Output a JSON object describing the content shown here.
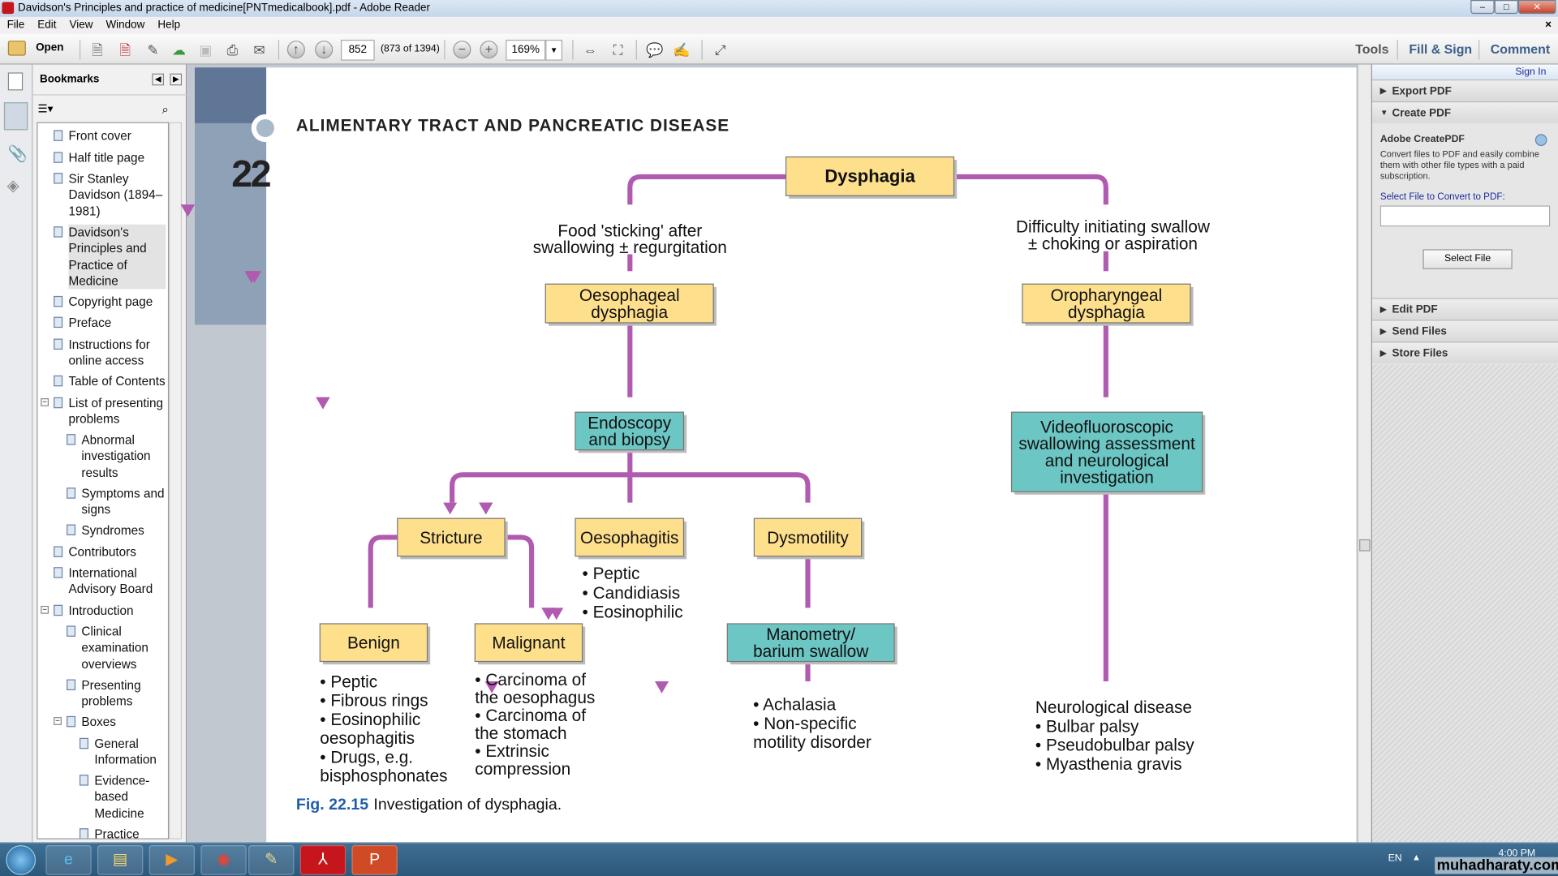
{
  "window": {
    "title": "Davidson's Principles and practice of medicine[PNTmedicalbook].pdf - Adobe Reader",
    "min": "–",
    "max": "□",
    "close": "✕",
    "close_doc": "×"
  },
  "menu": [
    "File",
    "Edit",
    "View",
    "Window",
    "Help"
  ],
  "toolbar": {
    "open": "Open",
    "page_number": "852",
    "page_count": "(873 of 1394)",
    "zoom": "169%",
    "tools": "Tools",
    "fill_sign": "Fill & Sign",
    "comment": "Comment"
  },
  "bookmarks": {
    "title": "Bookmarks",
    "items": [
      {
        "label": "Front cover",
        "level": 0
      },
      {
        "label": "Half title page",
        "level": 0
      },
      {
        "label": "Sir Stanley Davidson (1894–1981)",
        "level": 0
      },
      {
        "label": "Davidson's Principles and Practice of Medicine",
        "level": 0,
        "selected": true
      },
      {
        "label": "Copyright page",
        "level": 0
      },
      {
        "label": "Preface",
        "level": 0
      },
      {
        "label": "Instructions for online access",
        "level": 0
      },
      {
        "label": "Table of Contents",
        "level": 0
      },
      {
        "label": "List of presenting problems",
        "level": 0,
        "expanded": true
      },
      {
        "label": "Abnormal investigation results",
        "level": 1
      },
      {
        "label": "Symptoms and signs",
        "level": 1
      },
      {
        "label": "Syndromes",
        "level": 1
      },
      {
        "label": "Contributors",
        "level": 0
      },
      {
        "label": "International Advisory Board",
        "level": 0
      },
      {
        "label": "Introduction",
        "level": 0,
        "expanded": true
      },
      {
        "label": "Clinical examination overviews",
        "level": 1
      },
      {
        "label": "Presenting problems",
        "level": 1
      },
      {
        "label": "Boxes",
        "level": 1,
        "expanded": true
      },
      {
        "label": "General Information",
        "level": 2
      },
      {
        "label": "Evidence-based Medicine",
        "level": 2
      },
      {
        "label": "Practice",
        "level": 2
      }
    ]
  },
  "document": {
    "chapter_header": "ALIMENTARY TRACT AND PANCREATIC DISEASE",
    "chapter_number": "22",
    "figure": {
      "label": "Fig. 22.15",
      "caption": "Investigation of dysphagia."
    },
    "diagram": {
      "root": "Dysphagia",
      "left_desc": [
        "Food 'sticking' after",
        "swallowing ± regurgitation"
      ],
      "right_desc": [
        "Difficulty initiating swallow",
        "± choking or aspiration"
      ],
      "oesophageal": [
        "Oesophageal",
        "dysphagia"
      ],
      "oropharyngeal": [
        "Oropharyngeal",
        "dysphagia"
      ],
      "endoscopy": [
        "Endoscopy",
        "and biopsy"
      ],
      "video": [
        "Videofluoroscopic",
        "swallowing assessment",
        "and neurological",
        "investigation"
      ],
      "stricture": "Stricture",
      "oesophagitis": "Oesophagitis",
      "dysmotility": "Dysmotility",
      "benign": "Benign",
      "malignant": "Malignant",
      "manometry": [
        "Manometry/",
        "barium swallow"
      ],
      "benign_list": [
        "• Peptic",
        "• Fibrous rings",
        "• Eosinophilic",
        "  oesophagitis",
        "• Drugs, e.g.",
        "  bisphosphonates"
      ],
      "malignant_list": [
        "• Carcinoma of",
        "  the oesophagus",
        "• Carcinoma of",
        "  the stomach",
        "• Extrinsic",
        "  compression"
      ],
      "oesophagitis_list": [
        "• Peptic",
        "• Candidiasis",
        "• Eosinophilic"
      ],
      "dysmotility_list": [
        "• Achalasia",
        "• Non-specific",
        "  motility disorder"
      ],
      "neuro_list": [
        "Neurological disease",
        "• Bulbar palsy",
        "• Pseudobulbar palsy",
        "• Myasthenia gravis"
      ]
    },
    "colors": {
      "yellow_box": "#fddf8c",
      "teal_box": "#6cc6c4",
      "arrow": "#b05ab0",
      "fig_label": "#1f5fa8"
    }
  },
  "right_panel": {
    "sign_in": "Sign In",
    "export": "Export PDF",
    "create": "Create PDF",
    "create_title": "Adobe CreatePDF",
    "create_desc": "Convert files to PDF and easily combine them with other file types with a paid subscription.",
    "select_label": "Select File to Convert to PDF:",
    "select_button": "Select File",
    "edit": "Edit PDF",
    "send": "Send Files",
    "store": "Store Files"
  },
  "taskbar": {
    "lang": "EN",
    "time": "4:00 PM",
    "watermark": "muhadharaty.com"
  }
}
